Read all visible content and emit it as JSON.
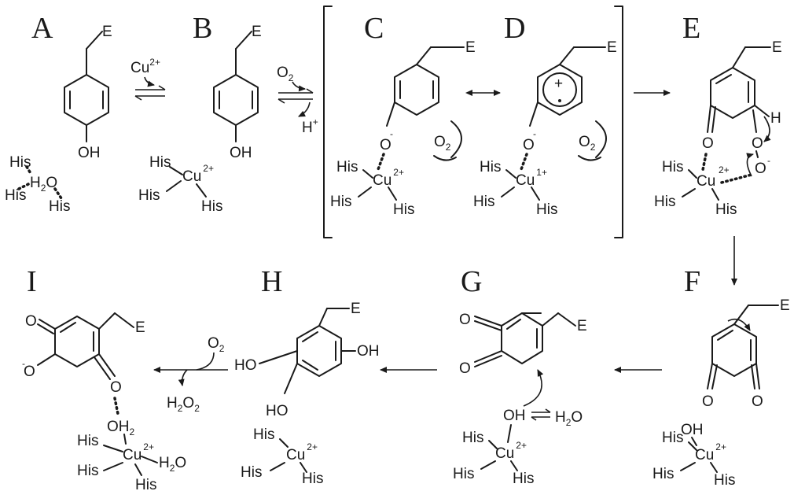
{
  "stages": {
    "A": "A",
    "B": "B",
    "C": "C",
    "D": "D",
    "E": "E",
    "F": "F",
    "G": "G",
    "H": "H",
    "I": "I"
  },
  "atoms": {
    "E": "E",
    "OH": "OH",
    "O": "O",
    "H": "H",
    "His": "His",
    "Cu": "Cu",
    "H2O": "H2O",
    "OH2": "OH2",
    "plus": "+"
  },
  "charges": {
    "cu2": "2+",
    "cu1": "1+",
    "minus": "-",
    "plus": "+"
  },
  "reagents": {
    "cu_ion": "Cu",
    "cu_ion_charge": "2+",
    "o2": "O",
    "o2_sub": "2",
    "proton": "H",
    "proton_charge": "+",
    "h2o2": "H",
    "h2o2_sub1": "2",
    "h2o2_mid": "O",
    "h2o2_sub2": "2",
    "water": "H",
    "water_sub": "2",
    "water_end": "O"
  }
}
